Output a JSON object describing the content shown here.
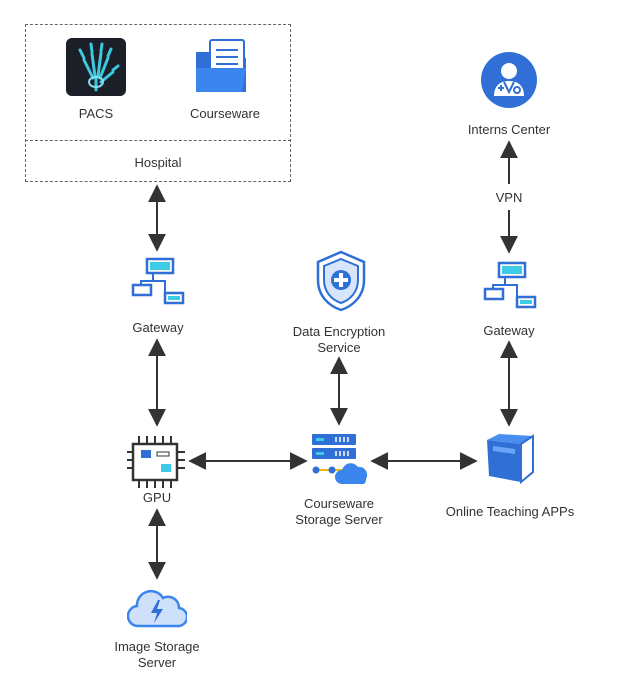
{
  "hospital": {
    "label": "Hospital",
    "pacs_label": "PACS",
    "courseware_label": "Courseware"
  },
  "gateway_left": {
    "label": "Gateway"
  },
  "gpu": {
    "label": "GPU"
  },
  "image_storage": {
    "line1": "Image Storage",
    "line2": "Server"
  },
  "encryption": {
    "line1": "Data Encryption",
    "line2": "Service"
  },
  "courseware_server": {
    "line1": "Courseware",
    "line2": "Storage Server"
  },
  "interns": {
    "label": "Interns Center"
  },
  "vpn": {
    "label": "VPN"
  },
  "gateway_right": {
    "label": "Gateway"
  },
  "online_apps": {
    "label": "Online Teaching APPs"
  },
  "colors": {
    "blue": "#2f6fd6",
    "cyan": "#3ecbe6",
    "arrow": "#333333",
    "border": "#666666"
  }
}
